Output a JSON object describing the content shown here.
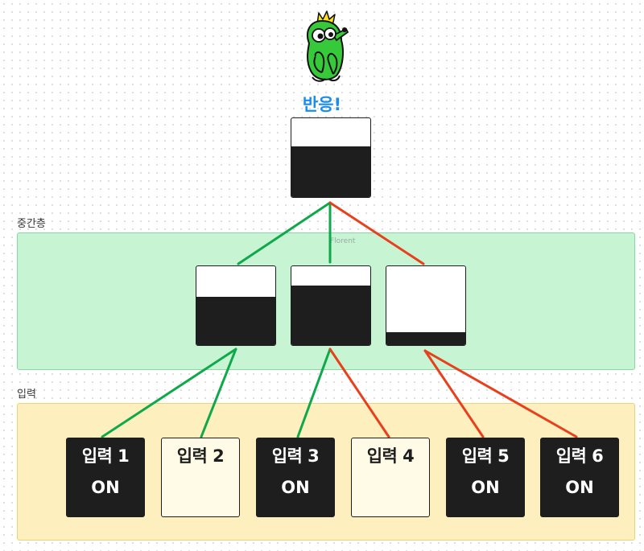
{
  "output": {
    "label": "반응!",
    "activation": 0.64
  },
  "hidden_layer": {
    "label": "중간층",
    "neurons": [
      {
        "activation": 0.61
      },
      {
        "activation": 0.76
      },
      {
        "activation": 0.16
      }
    ]
  },
  "input_layer": {
    "label": "입력",
    "inputs": [
      {
        "name": "입력 1",
        "state": "ON",
        "on": true
      },
      {
        "name": "입력 2",
        "state": "",
        "on": false
      },
      {
        "name": "입력 3",
        "state": "ON",
        "on": true
      },
      {
        "name": "입력 4",
        "state": "",
        "on": false
      },
      {
        "name": "입력 5",
        "state": "ON",
        "on": true
      },
      {
        "name": "입력 6",
        "state": "ON",
        "on": true
      }
    ]
  },
  "connections": [
    {
      "from": "hidden-1",
      "to": "output",
      "color": "#0fa84a"
    },
    {
      "from": "hidden-2",
      "to": "output",
      "color": "#0fa84a"
    },
    {
      "from": "hidden-3",
      "to": "output",
      "color": "#e8401c"
    },
    {
      "from": "input-1",
      "to": "hidden-1",
      "color": "#0fa84a"
    },
    {
      "from": "input-2",
      "to": "hidden-1",
      "color": "#0fa84a"
    },
    {
      "from": "input-3",
      "to": "hidden-2",
      "color": "#0fa84a"
    },
    {
      "from": "input-4",
      "to": "hidden-2",
      "color": "#e8401c"
    },
    {
      "from": "input-5",
      "to": "hidden-3",
      "color": "#e8401c"
    },
    {
      "from": "input-6",
      "to": "hidden-3",
      "color": "#e8401c"
    }
  ],
  "cursor_tag": "Florent",
  "colors": {
    "excitatory": "#0fa84a",
    "inhibitory": "#e8401c",
    "hidden_zone": "#c7f5d4",
    "input_zone": "#fdefbe",
    "output_label": "#1a8cf0"
  },
  "mascot": {
    "icon": "green-frog-mascot-icon"
  }
}
